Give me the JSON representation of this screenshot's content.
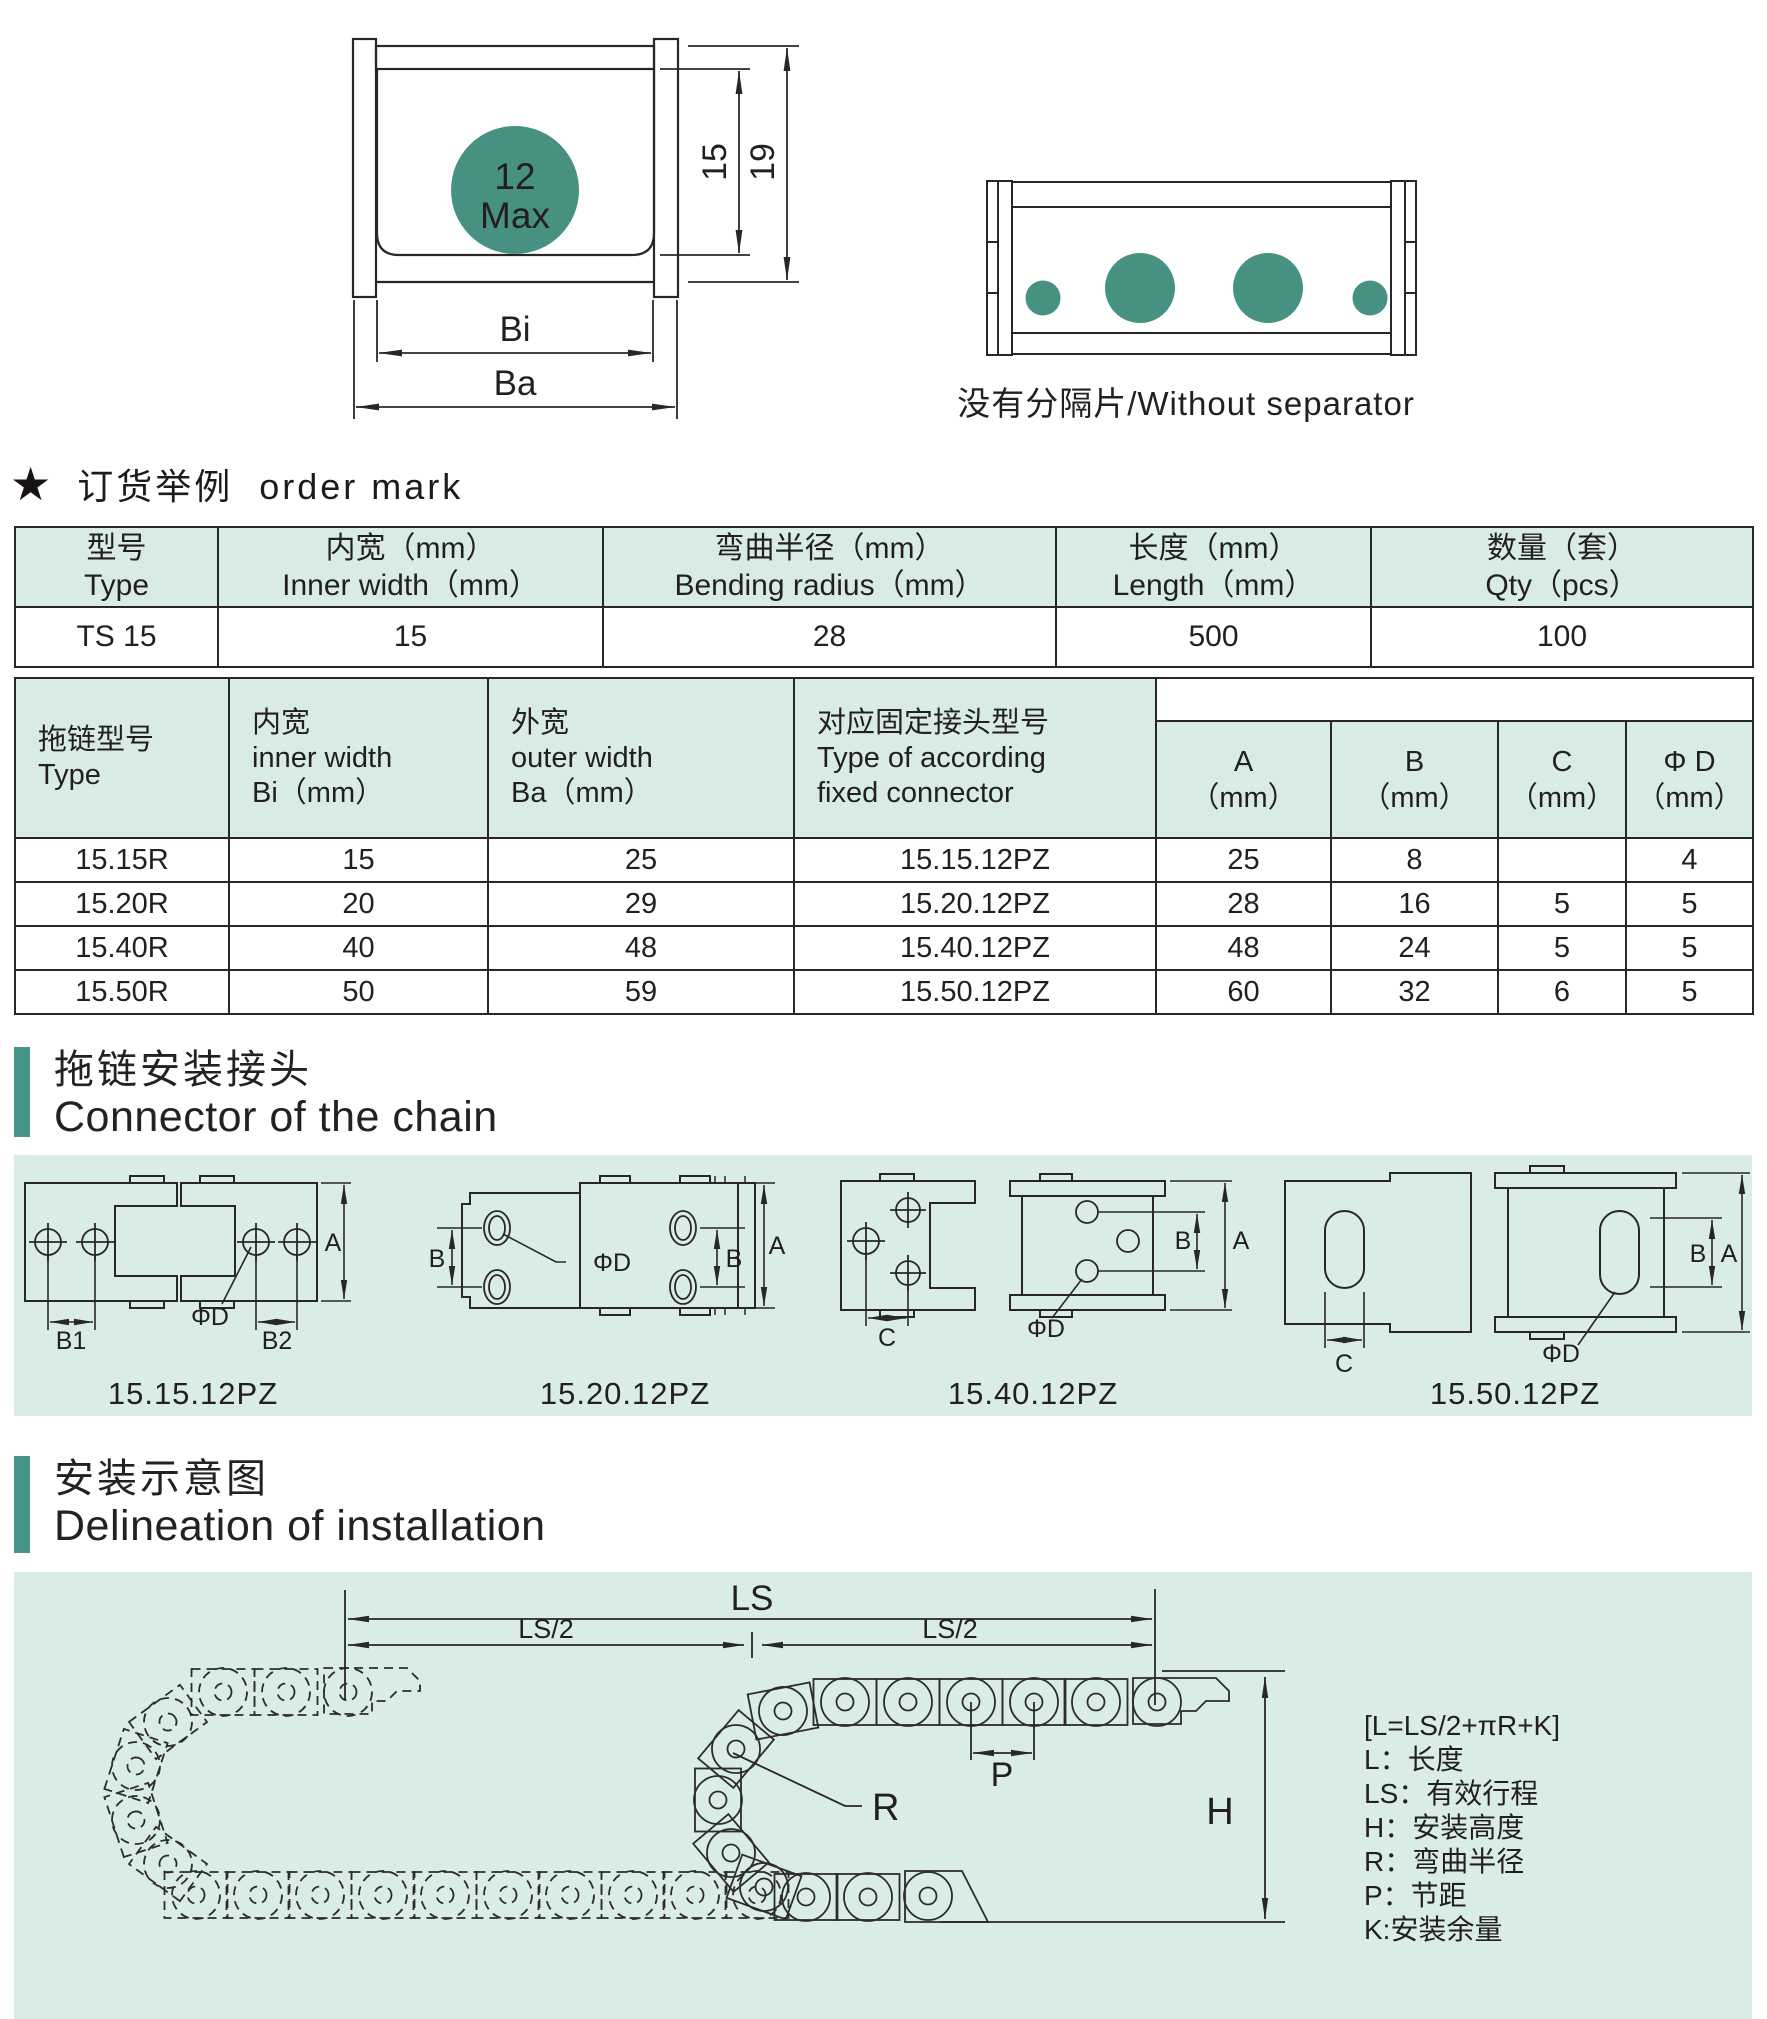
{
  "colors": {
    "accent_teal": "#44968a",
    "hole_teal": "#479183",
    "panel_bg": "#d9ece8",
    "table_header_bg": "#d8ebe7",
    "line": "#2a2627",
    "text": "#231f20"
  },
  "cross_section_diagram": {
    "hole_label_line1": "12",
    "hole_label_line2": "Max",
    "dim_inner_height": "15",
    "dim_outer_height": "19",
    "dim_inner_width": "Bi",
    "dim_outer_width": "Ba"
  },
  "top_view_diagram": {
    "caption": "没有分隔片/Without separator"
  },
  "order_heading": {
    "star": "★",
    "text": "订货举例  order mark"
  },
  "order_table": {
    "headers": [
      {
        "zh": "型号",
        "en": "Type"
      },
      {
        "zh": "内宽（mm）",
        "en": "Inner width（mm）"
      },
      {
        "zh": "弯曲半径（mm）",
        "en": "Bending radius（mm）"
      },
      {
        "zh": "长度（mm）",
        "en": "Length（mm）"
      },
      {
        "zh": "数量（套）",
        "en": "Qty（pcs）"
      }
    ],
    "row": [
      "TS 15",
      "15",
      "28",
      "500",
      "100"
    ]
  },
  "spec_table": {
    "headers": [
      {
        "l1": "拖链型号",
        "l2": "Type",
        "l3": ""
      },
      {
        "l1": "内宽",
        "l2": "inner  width",
        "l3": "Bi（mm）"
      },
      {
        "l1": "外宽",
        "l2": "outer  width",
        "l3": "Ba（mm）"
      },
      {
        "l1": "对应固定接头型号",
        "l2": "Type of according",
        "l3": "fixed connector"
      }
    ],
    "dim_headers": [
      {
        "name": "A",
        "unit": "（mm）"
      },
      {
        "name": "B",
        "unit": "（mm）"
      },
      {
        "name": "C",
        "unit": "（mm）"
      },
      {
        "name": "Φ D",
        "unit": "（mm）"
      }
    ],
    "rows": [
      [
        "15.15R",
        "15",
        "25",
        "15.15.12PZ",
        "25",
        "8",
        "",
        "4"
      ],
      [
        "15.20R",
        "20",
        "29",
        "15.20.12PZ",
        "28",
        "16",
        "5",
        "5"
      ],
      [
        "15.40R",
        "40",
        "48",
        "15.40.12PZ",
        "48",
        "24",
        "5",
        "5"
      ],
      [
        "15.50R",
        "50",
        "59",
        "15.50.12PZ",
        "60",
        "32",
        "6",
        "5"
      ]
    ]
  },
  "connector_section": {
    "title_zh": "拖链安装接头",
    "title_en": "Connector of the chain",
    "drawings": [
      {
        "label": "15.15.12PZ",
        "dim_b1": "B1",
        "dim_d": "ΦD",
        "dim_b2": "B2",
        "dim_a": "A"
      },
      {
        "label": "15.20.12PZ",
        "dim_b_left": "B",
        "dim_d": "ΦD",
        "dim_b_right": "B",
        "dim_a": "A"
      },
      {
        "label": "15.40.12PZ",
        "dim_c": "C",
        "dim_d": "ΦD",
        "dim_b": "B",
        "dim_a": "A"
      },
      {
        "label": "15.50.12PZ",
        "dim_c": "C",
        "dim_d": "ΦD",
        "dim_b": "B",
        "dim_a": "A"
      }
    ]
  },
  "installation_section": {
    "title_zh": "安装示意图",
    "title_en": "Delineation of installation",
    "dim_ls": "LS",
    "dim_ls2_left": "LS/2",
    "dim_ls2_right": "LS/2",
    "dim_p": "P",
    "dim_r": "R",
    "dim_h": "H",
    "legend": [
      "[L=LS/2+πR+K]",
      "L：长度",
      "LS：有效行程",
      "H：安装高度",
      "R：弯曲半径",
      "P：节距",
      "K:安装余量"
    ]
  }
}
